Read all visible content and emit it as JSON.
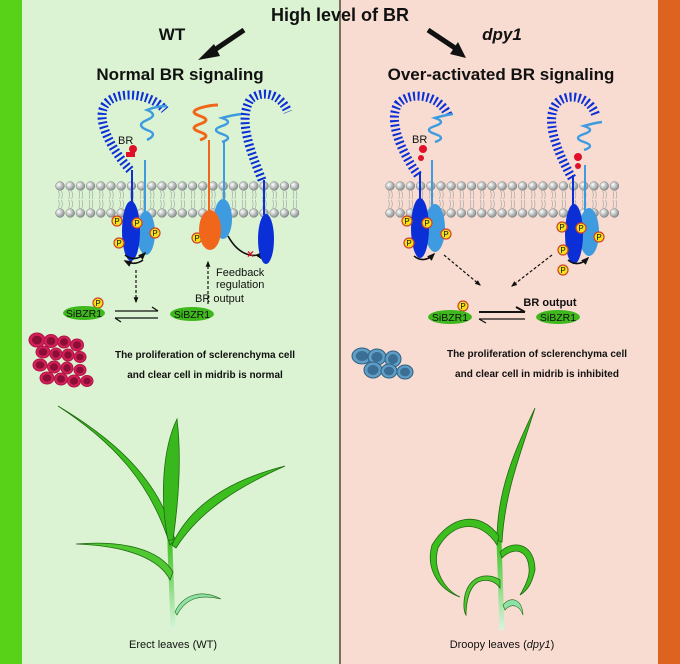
{
  "title": "High level of BR",
  "colors": {
    "left_bar": "#58d219",
    "left_bg": "#dbf3d2",
    "right_bg": "#f8dcd1",
    "right_bar": "#dc6420",
    "divider": "#7a6e5e",
    "receptor_dark_blue": "#0a2fd6",
    "receptor_light_blue": "#3e9be0",
    "bki1_orange": "#f0661a",
    "br_red": "#e0102a",
    "phospho_yellow": "#f4e21a",
    "sibzr1_green": "#3fb81e",
    "cells_wt": "#c8184a",
    "cells_dpy1": "#4f8fb8",
    "leaf_green": "#2fb51e"
  },
  "left_panel": {
    "genotype": "WT",
    "heading": "Normal BR signaling",
    "br_label": "BR",
    "phospho_label": "P",
    "feedback_label_line1": "Feedback",
    "feedback_label_line2": "regulation",
    "br_output_label": "BR output",
    "sibzr1_phospho_label": "SiBZR1",
    "sibzr1_label": "SiBZR1",
    "cell_text_line1": "The proliferation of sclerenchyma cell",
    "cell_text_line2": "and clear cell in midrib is normal",
    "plant_caption": "Erect leaves  (WT)"
  },
  "right_panel": {
    "genotype": "dpy1",
    "heading": "Over-activated BR signaling",
    "br_label_1": "BR",
    "phospho_label": "P",
    "br_output_label": "BR output",
    "sibzr1_phospho_label": "SiBZR1",
    "sibzr1_label": "SiBZR1",
    "cell_text_line1": "The proliferation of sclerenchyma cell",
    "cell_text_line2": "and clear cell in midrib is inhibited",
    "plant_caption_prefix": "Droopy leaves (",
    "plant_caption_italic": "dpy1",
    "plant_caption_suffix": ")"
  }
}
